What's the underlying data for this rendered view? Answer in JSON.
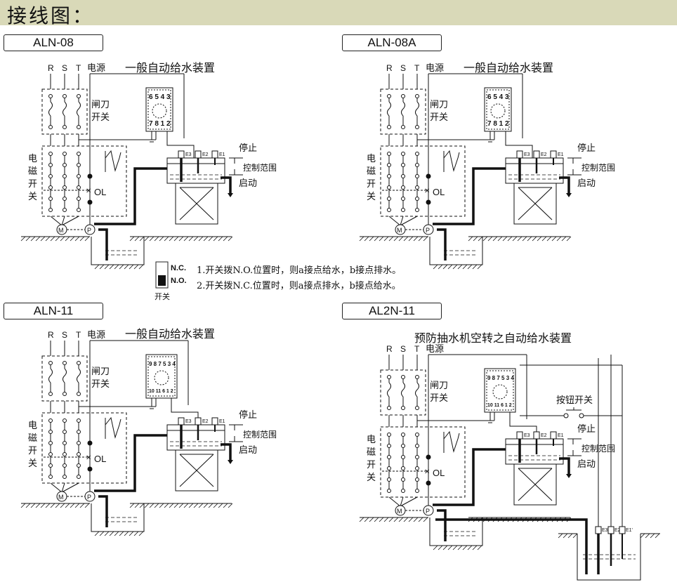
{
  "header": {
    "title": "接线图："
  },
  "diagrams": [
    {
      "model": "ALN-08",
      "title": "一般自动给水装置",
      "relay_top": "6 5 4 3",
      "relay_bottom": "7 8 1 2"
    },
    {
      "model": "ALN-08A",
      "title": "一般自动给水装置",
      "relay_top": "6 5 4 3",
      "relay_bottom": "7 8 1 2"
    },
    {
      "model": "ALN-11",
      "title": "一般自动给水装置",
      "relay_top": "9 8 7 5 3 4",
      "relay_bottom": "10 11 6 1 2"
    },
    {
      "model": "AL2N-11",
      "title": "预防抽水机空转之自动给水装置",
      "relay_top": "9 8 7 5 3 4",
      "relay_bottom": "10 11 6 1 2"
    }
  ],
  "labels": {
    "power_phases": [
      "R",
      "S",
      "T"
    ],
    "power": "电源",
    "knife_switch": [
      "闸刀",
      "开关"
    ],
    "magnetic_switch": [
      "电",
      "磁",
      "开",
      "关"
    ],
    "overload": "OL",
    "motor": "M",
    "pump": "P",
    "stop": "停止",
    "control_range": "控制范围",
    "start": "启动",
    "electrodes": [
      "E3",
      "E2",
      "E1"
    ],
    "lower_electrodes": [
      "E3",
      "E2'",
      "E1'"
    ],
    "push_button": "按钮开关"
  },
  "switch_note": {
    "nc": "N.C.",
    "no": "N.O.",
    "switch": "开关",
    "line1": "1.开关拨N.O.位置时，则a接点给水，b接点排水。",
    "line2": "2.开关拨N.C.位置时，则a接点排水，b接点给水。"
  }
}
